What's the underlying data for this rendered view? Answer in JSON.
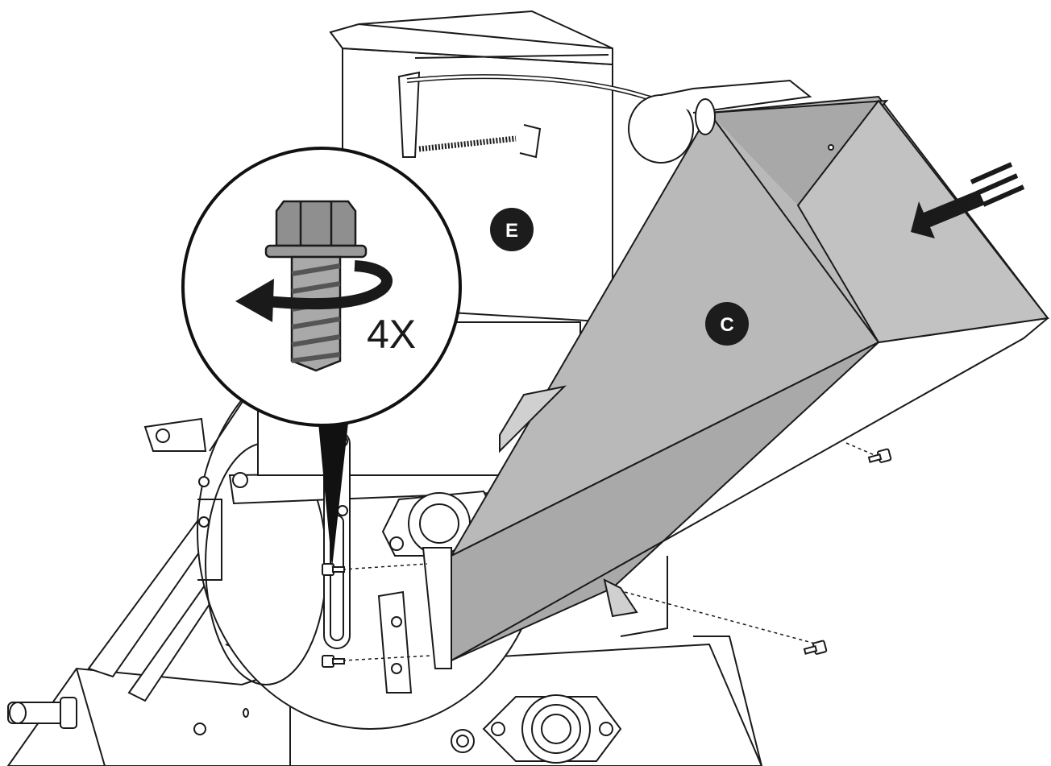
{
  "callouts": {
    "chute_label": "C",
    "hopper_label": "E"
  },
  "detail": {
    "quantity_label": "4X"
  },
  "colors": {
    "line": "#1a1a1a",
    "part_fill": "#b9b9b9",
    "part_fill_dark": "#9a9a9a",
    "badge": "#1c1c1c",
    "background": "#ffffff"
  },
  "icons": {
    "direction_arrow": "arrow-left-icon",
    "rotation_arrow": "counterclockwise-arrow-icon",
    "bolt": "hex-flange-bolt-icon"
  }
}
